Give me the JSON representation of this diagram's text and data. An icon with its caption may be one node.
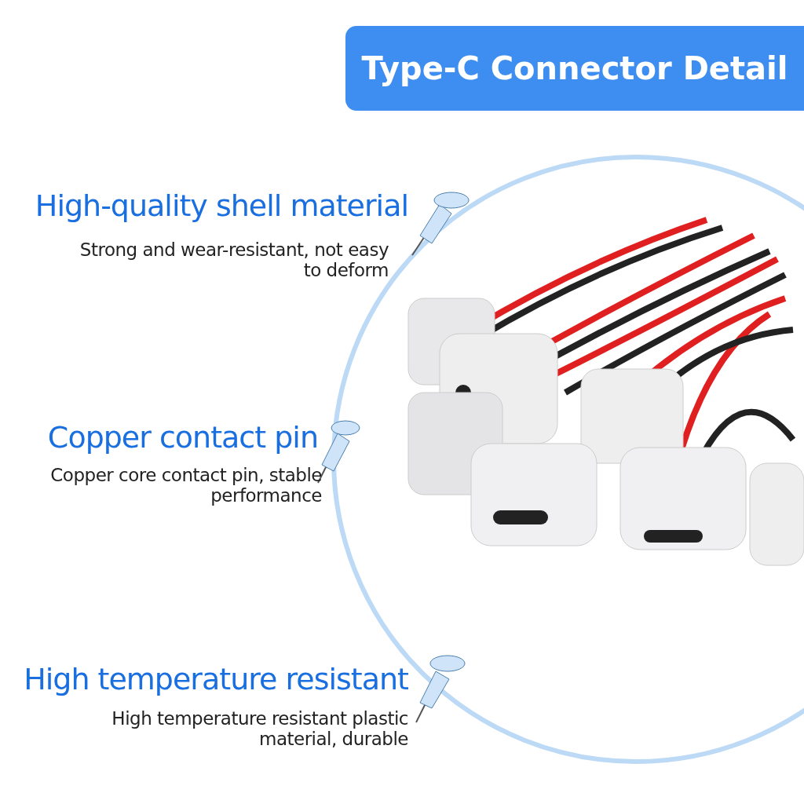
{
  "diagram": {
    "title": "Type-C Connector Detail",
    "labels": [
      "High-quality shell material",
      "Strong and wear-resistant, not easy to deform",
      "Copper contact pin",
      "Copper core contact pin, stable performance",
      "High temperature resistant",
      "High temperature resistant plastic material, durable"
    ]
  }
}
